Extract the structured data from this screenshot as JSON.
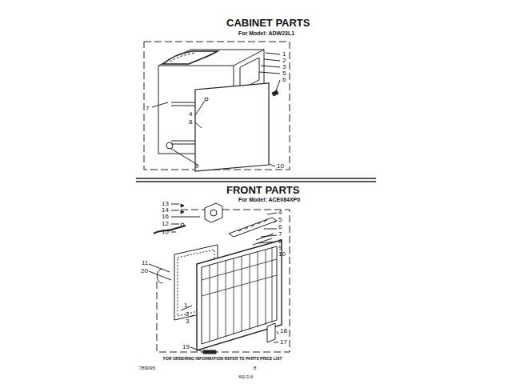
{
  "diagram": {
    "labels": [
      "CABINET PARTS",
      "For Model: ADW23L1",
      "1",
      "2",
      "3",
      "5",
      "6",
      "7",
      "4",
      "8",
      "9",
      "10",
      "FRONT PARTS",
      "For Model: ACE084XP0",
      "13",
      "14",
      "16",
      "12",
      "15",
      "11",
      "20",
      "1",
      "2",
      "3",
      "4",
      "5",
      "6",
      "7",
      "8",
      "9",
      "10",
      "18",
      "17",
      "19",
      "FOR ORDERING INFORMATION REFER TO PARTS PRICE LIST",
      "789095",
      "8",
      "492-D-8"
    ]
  }
}
